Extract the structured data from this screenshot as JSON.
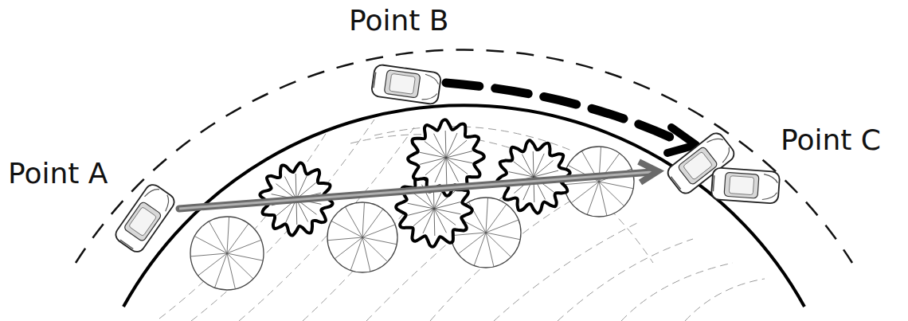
{
  "diagram": {
    "labels": [
      "Point B",
      "Point A",
      "Point C"
    ]
  }
}
